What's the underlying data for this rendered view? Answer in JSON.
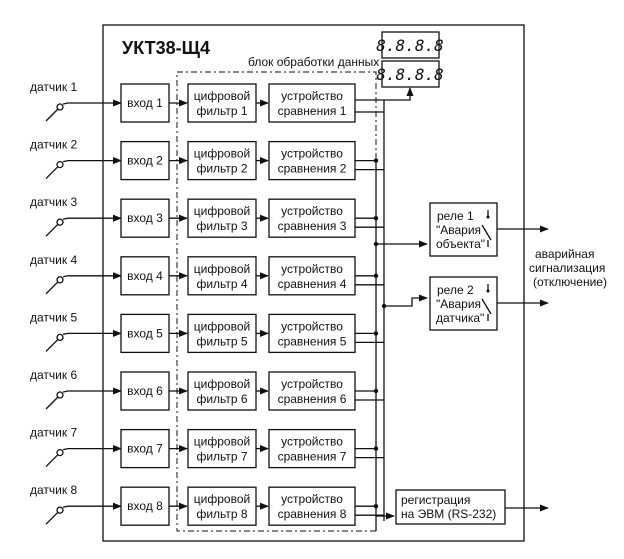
{
  "title": "УКТ38-Щ4",
  "block_label": "блок обработки данных",
  "display": {
    "top": "8.8.8.8",
    "bottom": "8.8.8.8"
  },
  "channels": [
    {
      "sensor": "датчик 1",
      "input": "вход 1",
      "filter": [
        "цифровой",
        "фильтр 1"
      ],
      "comparator": [
        "устройство",
        "сравнения 1"
      ]
    },
    {
      "sensor": "датчик 2",
      "input": "вход 2",
      "filter": [
        "цифровой",
        "фильтр 2"
      ],
      "comparator": [
        "устройство",
        "сравнения 2"
      ]
    },
    {
      "sensor": "датчик 3",
      "input": "вход 3",
      "filter": [
        "цифровой",
        "фильтр 3"
      ],
      "comparator": [
        "устройство",
        "сравнения 3"
      ]
    },
    {
      "sensor": "датчик 4",
      "input": "вход 4",
      "filter": [
        "цифровой",
        "фильтр 4"
      ],
      "comparator": [
        "устройство",
        "сравнения 4"
      ]
    },
    {
      "sensor": "датчик 5",
      "input": "вход 5",
      "filter": [
        "цифровой",
        "фильтр 5"
      ],
      "comparator": [
        "устройство",
        "сравнения 5"
      ]
    },
    {
      "sensor": "датчик 6",
      "input": "вход 6",
      "filter": [
        "цифровой",
        "фильтр 6"
      ],
      "comparator": [
        "устройство",
        "сравнения 6"
      ]
    },
    {
      "sensor": "датчик 7",
      "input": "вход 7",
      "filter": [
        "цифровой",
        "фильтр 7"
      ],
      "comparator": [
        "устройство",
        "сравнения 7"
      ]
    },
    {
      "sensor": "датчик 8",
      "input": "вход 8",
      "filter": [
        "цифровой",
        "фильтр 8"
      ],
      "comparator": [
        "устройство",
        "сравнения 8"
      ]
    }
  ],
  "relays": [
    {
      "lines": [
        "реле 1",
        "\"Авария",
        "объекта\""
      ]
    },
    {
      "lines": [
        "реле 2",
        "\"Авария",
        "датчика\""
      ]
    }
  ],
  "alarm_label": [
    "аварийная",
    "сигнализация",
    "(отключение)"
  ],
  "registration": [
    "регистрация",
    "на ЭВМ (RS-232)"
  ]
}
